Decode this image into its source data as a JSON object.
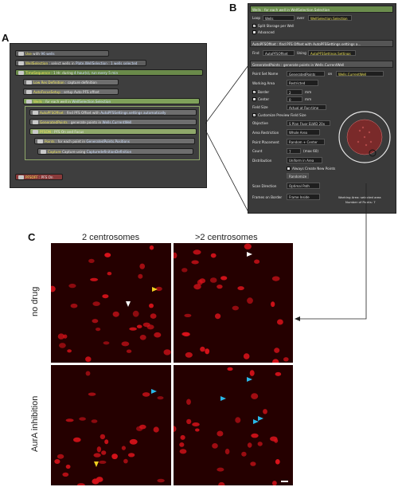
{
  "labels": {
    "a": "A",
    "b": "B",
    "c": "C"
  },
  "panelA": {
    "rows": [
      {
        "pre": "Use",
        "hl": "Plate",
        "mid": "with",
        "val": "96 wells"
      },
      {
        "pre": "WellSelection",
        "hl": "",
        "mid": ": select wells in",
        "val": "Plate.WellSelection : 1 wells selected"
      },
      {
        "pre": "TimeSequence",
        "hl": "",
        "mid": ": 1 Hr. during",
        "val": "4 hour(s), run every 5 min"
      },
      {
        "pre": "Low Res Definition",
        "hl": "",
        "mid": ": capture definition",
        "val": ""
      },
      {
        "pre": "AutoFocusSetup",
        "hl": "",
        "mid": ": setup Auto PFS offset",
        "val": ""
      },
      {
        "pre": "Wells",
        "hl": "",
        "mid": ": for each well in",
        "val": "WellSelection.Selection"
      },
      {
        "pre": "AutoPFSOffset",
        "hl": "",
        "mid": ": find PFS Offset with",
        "val": "AutoPFSSettings.settings  automatically"
      },
      {
        "pre": "GeneratedPoints",
        "hl": "",
        "mid": ": generate points in",
        "val": "Wells.CurrentWell"
      },
      {
        "pre": "PFSON",
        "hl": "",
        "mid": ": PFS On and Focus",
        "val": ""
      },
      {
        "pre": "Points",
        "hl": "",
        "mid": ": for each point in",
        "val": "GeneratedPoints.Positions"
      },
      {
        "pre": "Capture",
        "hl": "",
        "mid": "Capture  using",
        "val": "CapturedefinitionDefinition"
      },
      {
        "pre": "PFSOFF",
        "hl": "",
        "mid": ": PFS On",
        "val": ""
      }
    ]
  },
  "panelB": {
    "wells_hdr": "Wells : for each well in WellSelection.Selection",
    "loop_label": "Loop",
    "loop_value": "Wells",
    "over_label": "over",
    "over_value": "WellSelection.Selection",
    "split_storage": "Split Storage per Well",
    "advanced": "Advanced",
    "autopfs_hdr": "AutoPFSOffset : find PFS Offset with AutoPFSSettings.settings a...",
    "find_label": "Find",
    "find_value": "AutoPFSOffset",
    "using_label": "Using",
    "using_value": "AutoPFSSettings.Settings",
    "gen_hdr": "GeneratedPoints : generate points in Wells.CurrentWell",
    "fields": [
      {
        "label": "Point Set Name",
        "value": "GeneratedPoints",
        "extra": "on",
        "extra_value": "Wells.CurrentWell"
      },
      {
        "label": "Working Area",
        "value": "Restricted"
      },
      {
        "label": "Border",
        "value": "2",
        "unit": "mm"
      },
      {
        "label": "Center",
        "value": "0",
        "unit": "mm"
      },
      {
        "label": "Field Size",
        "value": "Actual at Run-time"
      },
      {
        "label": "Customize Preview Field Size",
        "value": ""
      },
      {
        "label": "Objective",
        "value": "S Plan Fluor ELWD 20x"
      },
      {
        "label": "Area Restriction",
        "value": "Whole Area"
      },
      {
        "label": "Point Placement",
        "value": "Random + Center"
      },
      {
        "label": "Count",
        "value": "7",
        "unit": "(max 60)"
      },
      {
        "label": "Distribution",
        "value": "Uniform in Area"
      },
      {
        "label": "Always Create New Points",
        "value": ""
      },
      {
        "label": "Randomize",
        "value": ""
      },
      {
        "label": "Scan Direction",
        "value": "Optimal Path"
      },
      {
        "label": "Frames on Border",
        "value": "Frame Inside"
      }
    ],
    "preview_caption_1": "Working Area: selected area",
    "preview_caption_2": "Number of Points: 7"
  },
  "panelC": {
    "col1": "2 centrosomes",
    "col2": ">2 centrosomes",
    "row1": "no drug",
    "row2": "AurA inhibition"
  },
  "colors": {
    "nucleus": "#d8121a",
    "bg_image": "#250000",
    "arrow_yellow": "#f0d020",
    "arrow_cyan": "#2ab8e8",
    "arrow_white": "#ffffff"
  }
}
